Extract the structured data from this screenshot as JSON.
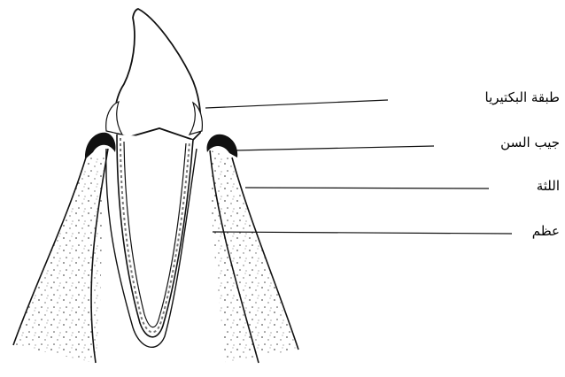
{
  "labels": [
    {
      "id": "plaque",
      "text": "طبقة البكتيريا"
    },
    {
      "id": "pocket",
      "text": "جيب السن"
    },
    {
      "id": "gum",
      "text": "اللثة"
    },
    {
      "id": "bone",
      "text": "عظم"
    }
  ],
  "colors": {
    "ink": "#111111",
    "background": "#ffffff"
  }
}
